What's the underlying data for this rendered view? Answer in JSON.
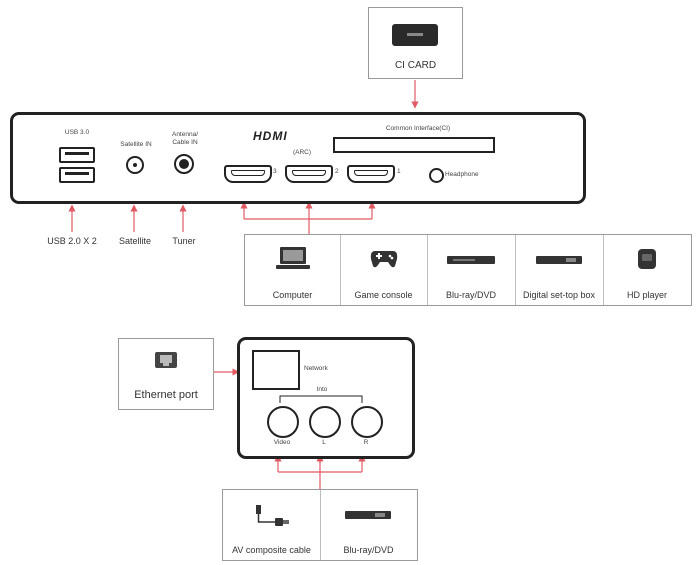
{
  "ci_card": {
    "title": "CI CARD",
    "chip_text": ""
  },
  "top_panel": {
    "usb_label": "USB 3.0",
    "satellite_label": "Satellite IN",
    "antenna_label_line1": "Antenna/",
    "antenna_label_line2": "Cable IN",
    "hdmi_logo": "HDMI",
    "arc_label": "(ARC)",
    "common_interface_label": "Common Interface(CI)",
    "hdmi_numbers": [
      "3",
      "2",
      "1"
    ],
    "headphone_label": "Headphone"
  },
  "below_labels": {
    "usb": "USB 2.0 X 2",
    "satellite": "Satellite",
    "tuner": "Tuner"
  },
  "hdmi_devices": [
    {
      "name": "Computer",
      "icon": "laptop-icon"
    },
    {
      "name": "Game console",
      "icon": "gamepad-icon"
    },
    {
      "name": "Blu-ray/DVD",
      "icon": "disc-player-icon"
    },
    {
      "name": "Digital set-top box",
      "icon": "set-top-box-icon"
    },
    {
      "name": "HD player",
      "icon": "hd-player-icon"
    }
  ],
  "ethernet": {
    "label": "Ethernet port",
    "icon": "ethernet-icon"
  },
  "bottom_panel": {
    "network_label": "Network",
    "group_label": "Into",
    "rca_labels": [
      "Video",
      "L",
      "R"
    ]
  },
  "av_devices": [
    {
      "name": "AV composite cable",
      "icon": "av-cable-icon"
    },
    {
      "name": "Blu-ray/DVD",
      "icon": "disc-player-icon"
    }
  ],
  "colors": {
    "arrow": "#e05a63",
    "panel_border": "#222222",
    "box_border": "#9a9a9a"
  }
}
